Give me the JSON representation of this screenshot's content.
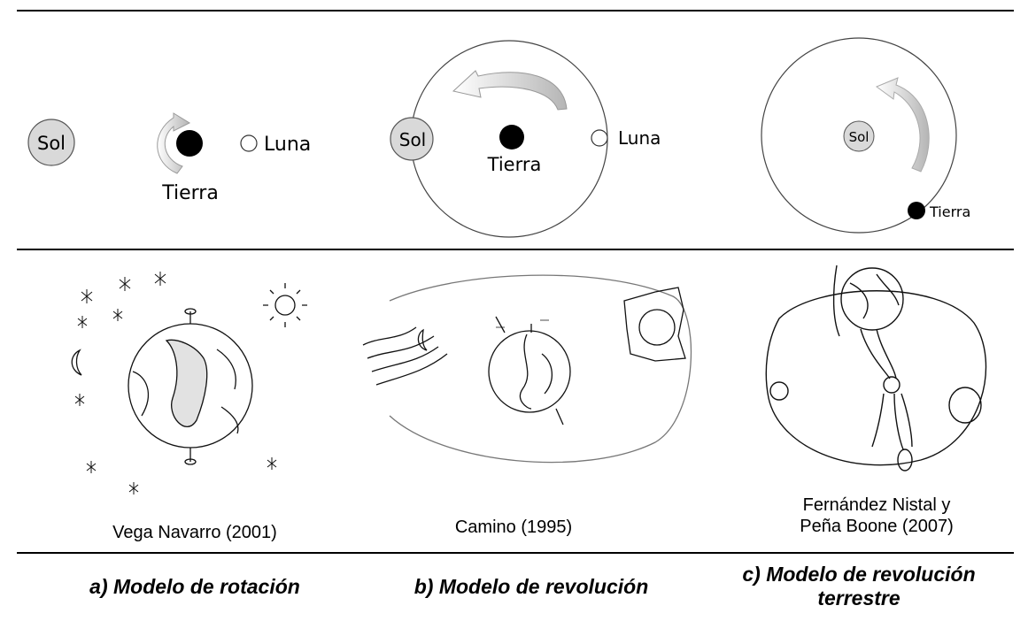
{
  "panel_a": {
    "sun_label": "Sol",
    "earth_label": "Tierra",
    "moon_label": "Luna",
    "drawing_caption": "Vega Navarro (2001)",
    "model_title": "a) Modelo de rotación"
  },
  "panel_b": {
    "sun_label": "Sol",
    "earth_label": "Tierra",
    "moon_label": "Luna",
    "drawing_caption": "Camino (1995)",
    "model_title": "b) Modelo de revolución"
  },
  "panel_c": {
    "sun_label": "Sol",
    "earth_label": "Tierra",
    "drawing_caption_line1": "Fernández Nistal y",
    "drawing_caption_line2": "Peña Boone (2007)",
    "model_title_line1": "c) Modelo de revolución",
    "model_title_line2": "terrestre"
  },
  "colors": {
    "sun_fill": "#d9d9d9",
    "arrow_fill": "#c0c0c0",
    "earth_fill": "#000000"
  }
}
